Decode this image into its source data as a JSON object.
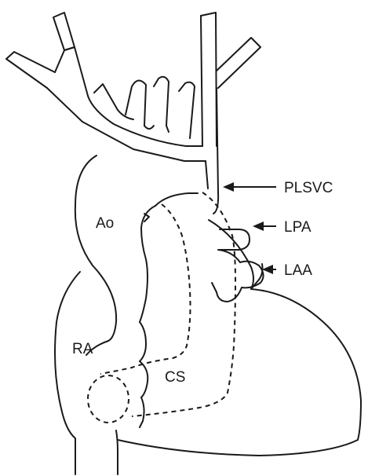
{
  "labels": {
    "ao": "Ao",
    "ra": "RA",
    "cs": "CS",
    "plsvc": "PLSVC",
    "lpa": "LPA",
    "laa": "LAA"
  }
}
